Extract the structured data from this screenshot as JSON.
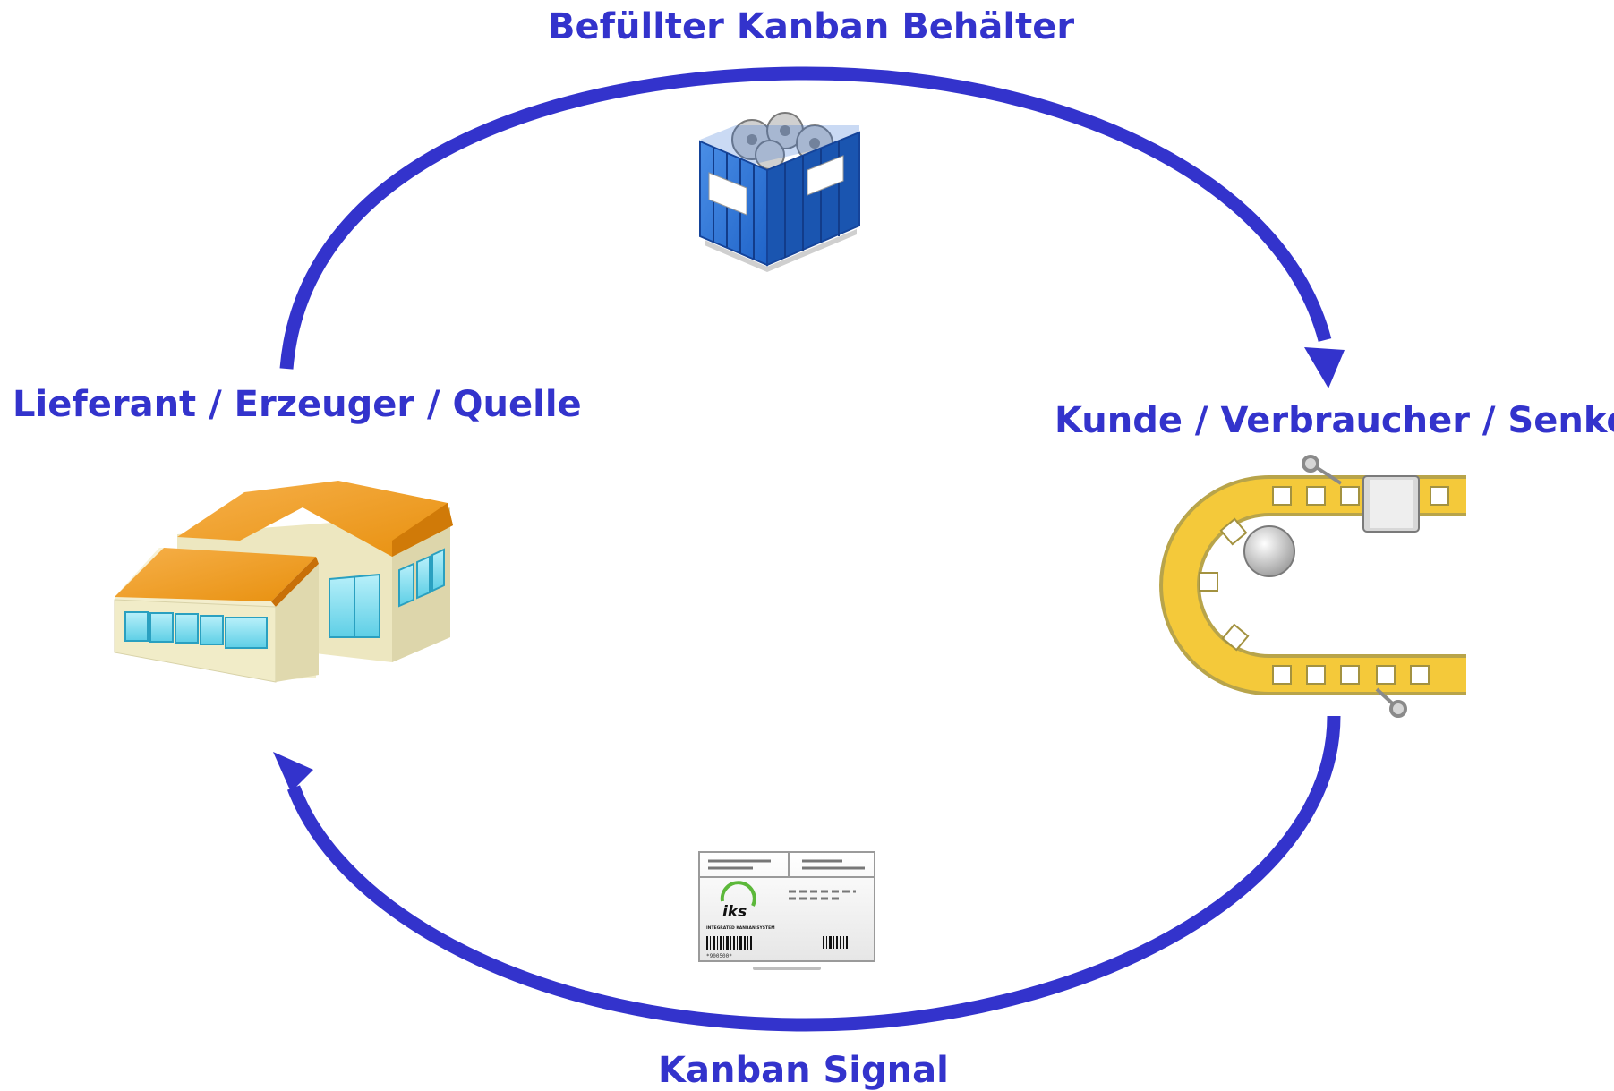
{
  "title": "",
  "labels": {
    "top": "Befüllter Kanban Behälter",
    "left": "Lieferant / Erzeuger / Quelle",
    "right": "Kunde / Verbraucher / Senke",
    "bottom": "Kanban Signal"
  },
  "card": {
    "logo_text": "iks",
    "subtitle": "INTEGRATED KANBAN SYSTEM",
    "barcode_number": "*900500*"
  },
  "icons": {
    "top": "kanban-container-icon",
    "left": "factory-building-icon",
    "right": "conveyor-belt-icon",
    "bottom": "kanban-card-icon"
  },
  "colors": {
    "accent": "#3333cc",
    "container_blue": "#1f63c8",
    "roof_orange": "#e8900e",
    "wall_cream": "#f1ecc8",
    "window_cyan": "#5ecfe6",
    "conveyor_yellow": "#f4c93a",
    "logo_green": "#5cb83a"
  }
}
